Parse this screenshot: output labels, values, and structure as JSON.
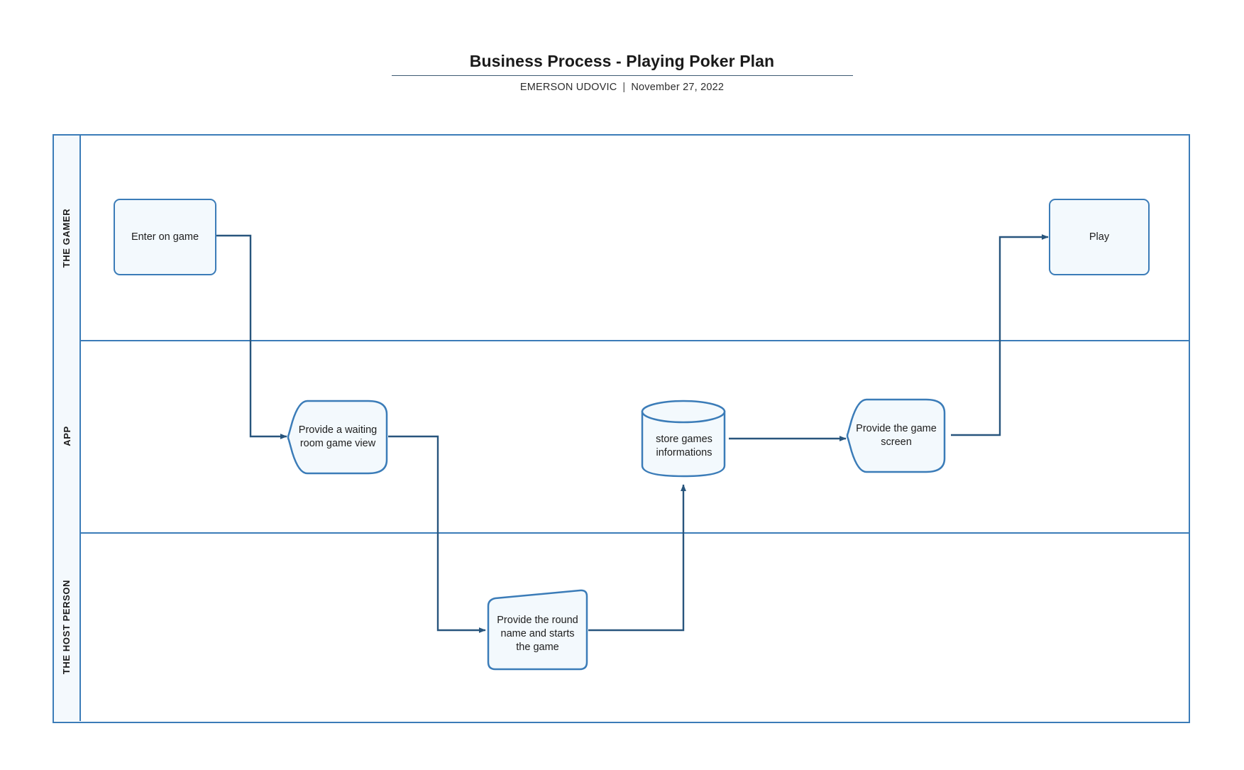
{
  "header": {
    "title": "Business Process - Playing Poker Plan",
    "author": "EMERSON UDOVIC",
    "separator": "|",
    "date": "November 27, 2022"
  },
  "colors": {
    "stroke": "#3b7cb8",
    "stroke_dark": "#2e6394",
    "node_fill": "#f3f9fd",
    "lane_header_fill": "#f4f9fd",
    "connector": "#28557d",
    "title_rule": "#3d5a73",
    "text": "#1d1d1d"
  },
  "diagram": {
    "type": "swimlane-flowchart",
    "lanes": [
      {
        "id": "gamer",
        "label": "THE GAMER"
      },
      {
        "id": "app",
        "label": "APP"
      },
      {
        "id": "host",
        "label": "THE HOST PERSON"
      }
    ],
    "nodes": [
      {
        "id": "enter-on-game",
        "label": "Enter on game",
        "shape": "rounded-rectangle",
        "lane": "gamer"
      },
      {
        "id": "play",
        "label": "Play",
        "shape": "rounded-rectangle",
        "lane": "gamer"
      },
      {
        "id": "waiting-room",
        "label": "Provide a waiting room game view",
        "shape": "hexagon",
        "lane": "app"
      },
      {
        "id": "store-games",
        "label": "store games informations",
        "shape": "cylinder",
        "lane": "app"
      },
      {
        "id": "game-screen",
        "label": "Provide the game screen",
        "shape": "hexagon",
        "lane": "app"
      },
      {
        "id": "round-name",
        "label": "Provide the round name and starts the game",
        "shape": "trapezoid",
        "lane": "host"
      }
    ],
    "edges": [
      {
        "from": "enter-on-game",
        "to": "waiting-room"
      },
      {
        "from": "waiting-room",
        "to": "round-name"
      },
      {
        "from": "round-name",
        "to": "store-games"
      },
      {
        "from": "store-games",
        "to": "game-screen"
      },
      {
        "from": "game-screen",
        "to": "play"
      }
    ]
  }
}
